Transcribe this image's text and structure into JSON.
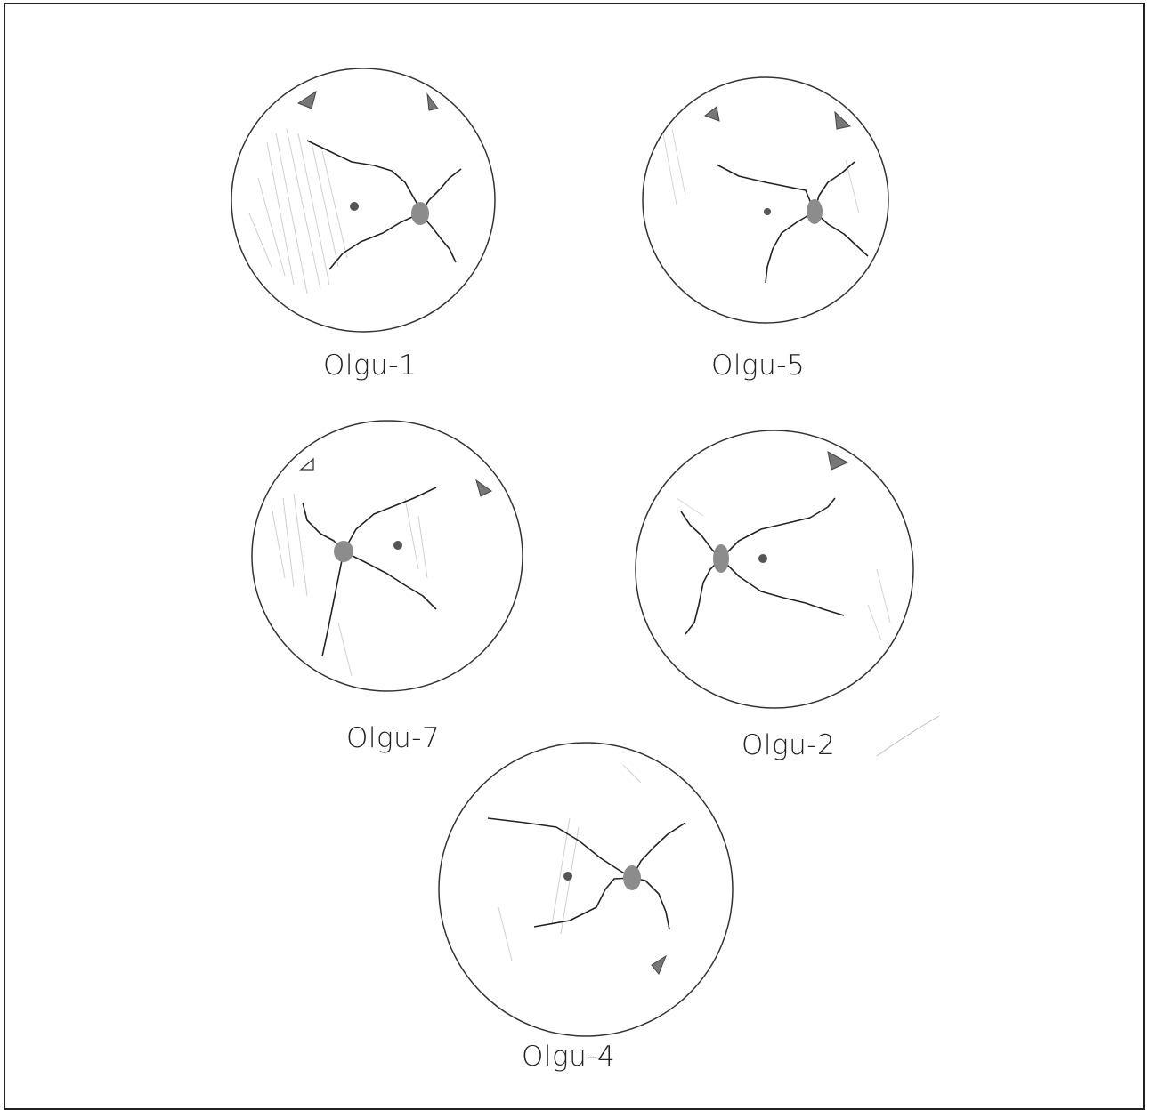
{
  "diagrams": [
    {
      "id": "olgu-1",
      "label": "Olgu-1"
    },
    {
      "id": "olgu-5",
      "label": "Olgu-5"
    },
    {
      "id": "olgu-7",
      "label": "Olgu-7"
    },
    {
      "id": "olgu-2",
      "label": "Olgu-2"
    },
    {
      "id": "olgu-4",
      "label": "Olgu-4"
    }
  ],
  "colors": {
    "stroke": "#333333",
    "fracture_line": "#222222",
    "focal_point": "#8c8c8c",
    "small_dot": "#555555",
    "marker": "#666666",
    "texture": "#c8c8c8"
  }
}
